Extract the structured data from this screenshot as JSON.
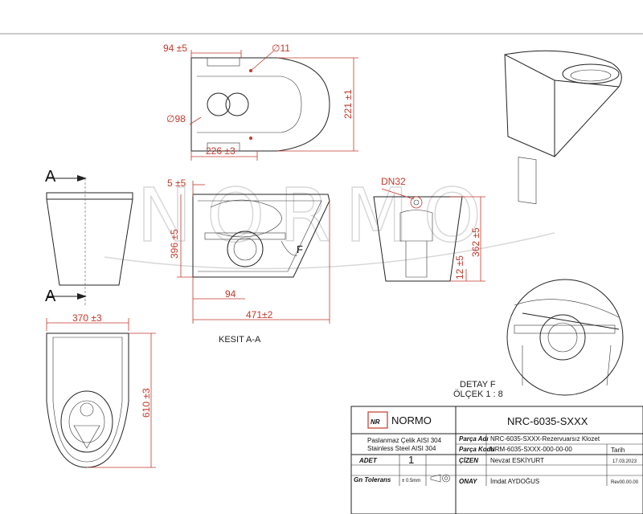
{
  "dimensions": {
    "d94": "94 ±5",
    "d11": "∅11",
    "d98": "∅98",
    "d221": "221 ±1",
    "d226": "226 ±3",
    "d5": "5 ±5",
    "d396": "396 ±5",
    "d94b": "94",
    "d471": "471±2",
    "d370": "370 ±3",
    "d610": "610 ±3",
    "dn32": "DN32",
    "d12": "12 ±5",
    "d362": "362 ±5"
  },
  "labels": {
    "section_a": "A",
    "f_marker": "F",
    "kesit": "KESIT A-A",
    "detay": "DETAY F",
    "olcek": "ÖLÇEK 1 : 8"
  },
  "watermark": "NORMO",
  "title_block": {
    "logo_mark": "NR",
    "logo_text": "NORMO",
    "part_number": "NRC-6035-SXXX",
    "material_line1": "Paslanmaz Çelik AISI 304",
    "material_line2": "Stainless Steel AISI 304",
    "adet_label": "ADET",
    "adet_value": "1",
    "tolerans_label": "Gn Tolerans",
    "tolerans_value": "± 0.5mm",
    "parca_adi_label": "Parça Adı",
    "parca_adi_value": "NRC-6035-SXXX-Rezervuarsız Klozet",
    "parca_kodu_label": "Parça Kodu",
    "parca_kodu_value": "NRM-6035-SXXX-000-00-00",
    "tarih_label": "Tarih",
    "cizen_label": "ÇİZEN",
    "cizen_value": "Nevzat ESKİYURT",
    "cizen_date": "17.03.2023",
    "onay_label": "ONAY",
    "onay_value": "İmdat AYDOĞUS",
    "rev_value": "Rev00.00.00"
  },
  "icons": [
    "projection-symbol-icon",
    "arrow-right-icon"
  ]
}
